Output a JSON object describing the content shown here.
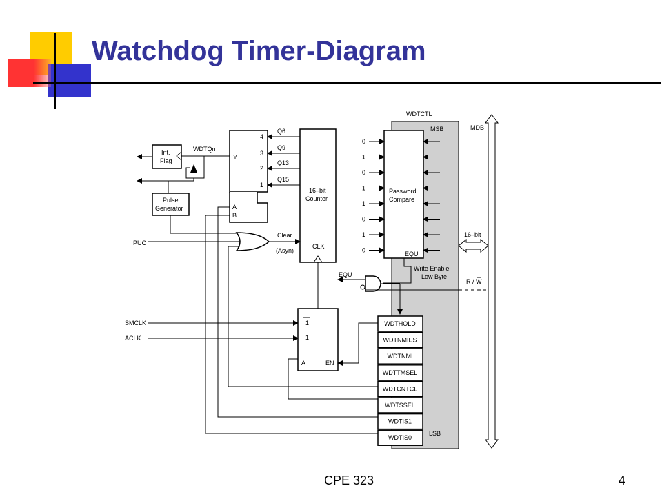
{
  "slide": {
    "title": "Watchdog Timer-Diagram",
    "footer_course": "CPE 323",
    "page_number": "4",
    "colors": {
      "title": "#333399",
      "accent_yellow": "#ffcc00",
      "accent_blue": "#3333cc",
      "accent_red": "#ff3333",
      "register_panel": "#d0d0d0"
    }
  },
  "diagram": {
    "register_group": "WDTCTL",
    "bus": {
      "name": "MDB",
      "width_label": "16–bit"
    },
    "msb_label": "MSB",
    "lsb_label": "LSB",
    "password_compare": {
      "label_line1": "Password",
      "label_line2": "Compare",
      "output": "EQU"
    },
    "password_bits": [
      "0",
      "1",
      "0",
      "1",
      "1",
      "0",
      "1",
      "0"
    ],
    "write_enable": {
      "line1": "Write Enable",
      "line2": "Low Byte"
    },
    "rw_label": "R",
    "rw_bar_label": "W",
    "and_output": "EQU",
    "register_fields": [
      "WDTHOLD",
      "WDTNMIES",
      "WDTNMI",
      "WDTTMSEL",
      "WDTCNTCL",
      "WDTSSEL",
      "WDTIS1",
      "WDTIS0"
    ],
    "counter": {
      "line1": "16–bit",
      "line2": "Counter",
      "clk": "CLK",
      "clear": "Clear",
      "async": "(Asyn)"
    },
    "counter_taps": [
      "Q6",
      "Q9",
      "Q13",
      "Q15"
    ],
    "mux": {
      "inputs": [
        "4",
        "3",
        "2",
        "1"
      ],
      "output": "Y",
      "select_a": "A",
      "select_b": "B"
    },
    "int_flag": {
      "line1": "Int.",
      "line2": "Flag",
      "input_label": "WDTQn"
    },
    "pulse_generator": {
      "line1": "Pulse",
      "line2": "Generator"
    },
    "puc": "PUC",
    "clock_sources": [
      "SMCLK",
      "ACLK"
    ],
    "clock_mux": {
      "input1": "1",
      "input2": "1",
      "select": "A",
      "enable": "EN"
    }
  }
}
